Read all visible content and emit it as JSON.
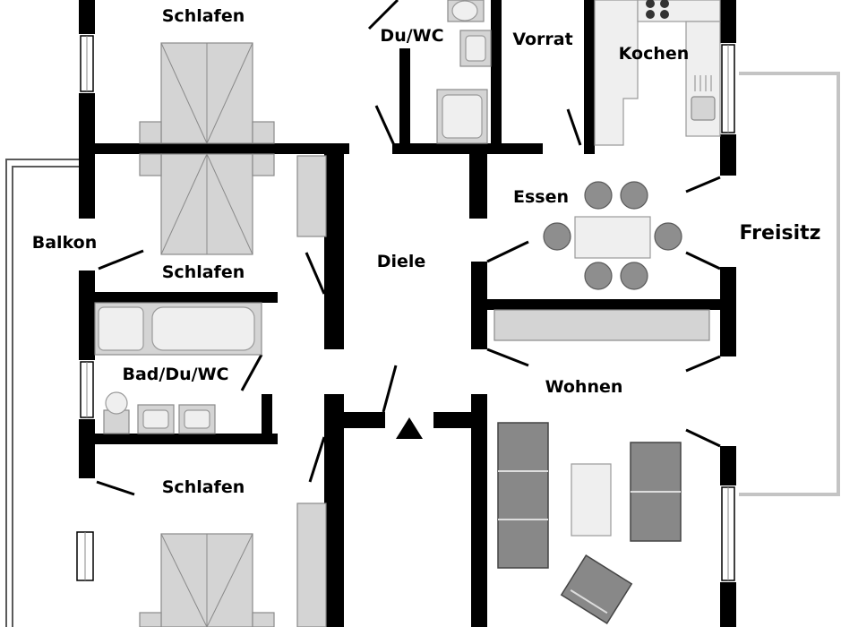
{
  "rooms": {
    "schlafen_top": "Schlafen",
    "schlafen_mid": "Schlafen",
    "schlafen_bottom": "Schlafen",
    "du_wc": "Du/WC",
    "vorrat": "Vorrat",
    "kochen": "Kochen",
    "essen": "Essen",
    "freisitz": "Freisitz",
    "balkon": "Balkon",
    "diele": "Diele",
    "bad_du_wc": "Bad/Du/WC",
    "wohnen": "Wohnen"
  },
  "colors": {
    "wall": "#000000",
    "furniture": "#d4d4d4",
    "sofa": "#888888",
    "terrace": "#c4c4c4"
  },
  "icons": {
    "entrance": "triangle-up"
  }
}
